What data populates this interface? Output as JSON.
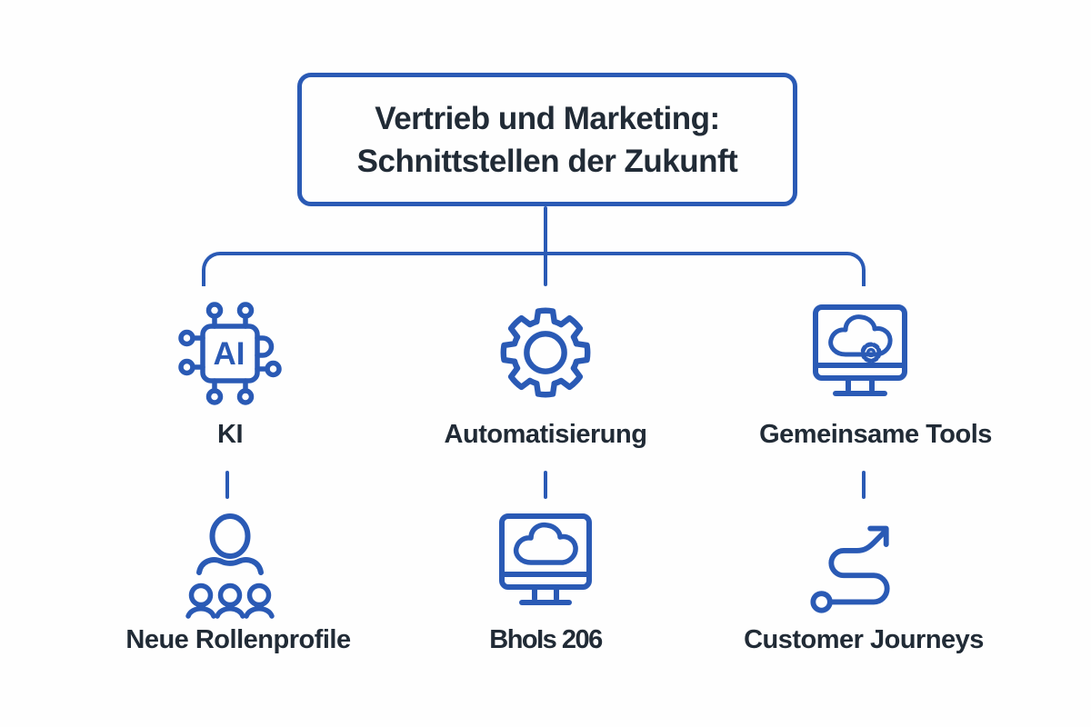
{
  "diagram": {
    "title": {
      "line1": "Vertrieb und Marketing:",
      "line2": "Schnittstellen der Zukunft"
    },
    "chip_label": "AI",
    "branches": [
      {
        "label": "KI",
        "icon": "ai-chip-icon",
        "sub": {
          "label": "Neue Rollenprofile",
          "icon": "team-hierarchy-icon"
        }
      },
      {
        "label": "Automatisierung",
        "icon": "gear-icon",
        "sub": {
          "label": "BhoIs 206",
          "icon": "monitor-cloud-icon"
        }
      },
      {
        "label": "Gemeinsame Tools",
        "icon": "monitor-cloud-gear-icon",
        "sub": {
          "label": "Customer Journeys",
          "icon": "journey-path-icon"
        }
      }
    ],
    "colors": {
      "line_blue": "#2a5ab5",
      "text_dark": "#212b36",
      "background": "#fefefe"
    }
  }
}
